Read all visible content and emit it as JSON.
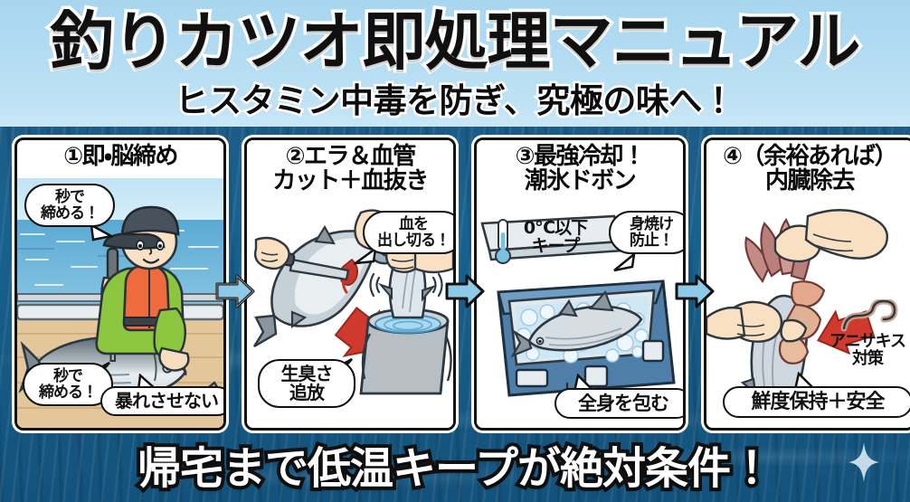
{
  "header": {
    "title": "釣りカツオ即処理マニュアル",
    "subtitle": "ヒスタミン中毒を防ぎ、究極の味へ！"
  },
  "panels": [
    {
      "id": "panel-1",
      "heading_line1": "①即・脳締め",
      "heading_line2": "",
      "scene": "fisherman-spiking-tuna-on-boat-deck",
      "bubbles": [
        {
          "name": "bubble-quick-kill-top",
          "line1": "秒で",
          "line2": "締める！"
        },
        {
          "name": "bubble-quick-kill-bottom",
          "line1": "秒で",
          "line2": "締める！"
        },
        {
          "name": "bubble-no-thrashing",
          "line1": "暴れさせない",
          "line2": ""
        }
      ],
      "labels": []
    },
    {
      "id": "panel-2",
      "heading_line1": "②エラ＆血管",
      "heading_line2": "カット＋血抜き",
      "scene": "hands-cutting-gills-and-bleeding-fish-in-bucket",
      "bubbles": [
        {
          "name": "bubble-drain-blood",
          "line1": "血を",
          "line2": "出し切る！"
        },
        {
          "name": "bubble-banish-fishy-smell",
          "line1": "生臭さ",
          "line2": "追放"
        }
      ],
      "labels": []
    },
    {
      "id": "panel-3",
      "heading_line1": "③最強冷却！",
      "heading_line2": "潮氷ドボン",
      "scene": "tuna-submerged-in-ice-slurry-cooler",
      "bubbles": [
        {
          "name": "bubble-prevent-burn",
          "line1": "身焼け",
          "line2": "防止！"
        },
        {
          "name": "bubble-cover-whole-body",
          "line1": "全身を包む",
          "line2": ""
        }
      ],
      "labels": [
        {
          "name": "label-keep-below-zero",
          "line1": "0℃以下",
          "line2": "キープ",
          "icon": "thermometer-icon"
        }
      ]
    },
    {
      "id": "panel-4",
      "heading_line1": "④（余裕あれば）",
      "heading_line2": "内臓除去",
      "scene": "hands-removing-fish-guts",
      "bubbles": [
        {
          "name": "bubble-freshness-and-safety",
          "line1": "鮮度保持＋安全",
          "line2": ""
        }
      ],
      "labels": [
        {
          "name": "label-anisakis-countermeasure",
          "line1": "アニサキス",
          "line2": "対策",
          "icon": "worm-icon"
        }
      ]
    }
  ],
  "flow_arrows": [
    {
      "name": "flow-arrow-1-to-2",
      "direction": "right"
    },
    {
      "name": "flow-arrow-2-to-3",
      "direction": "right"
    },
    {
      "name": "flow-arrow-3-to-4",
      "direction": "right"
    }
  ],
  "footer": {
    "text": "帰宅まで低温キープが絶対条件！",
    "sparkle": "sparkle-icon"
  },
  "colors": {
    "sky": "#b3dcf2",
    "sea": "#19628f",
    "arrow_fill": "#8ec9e8",
    "ink": "#111111",
    "paper": "#ffffff",
    "accent_red": "#c8352c",
    "thermometer_blue": "#5ba9d8"
  }
}
